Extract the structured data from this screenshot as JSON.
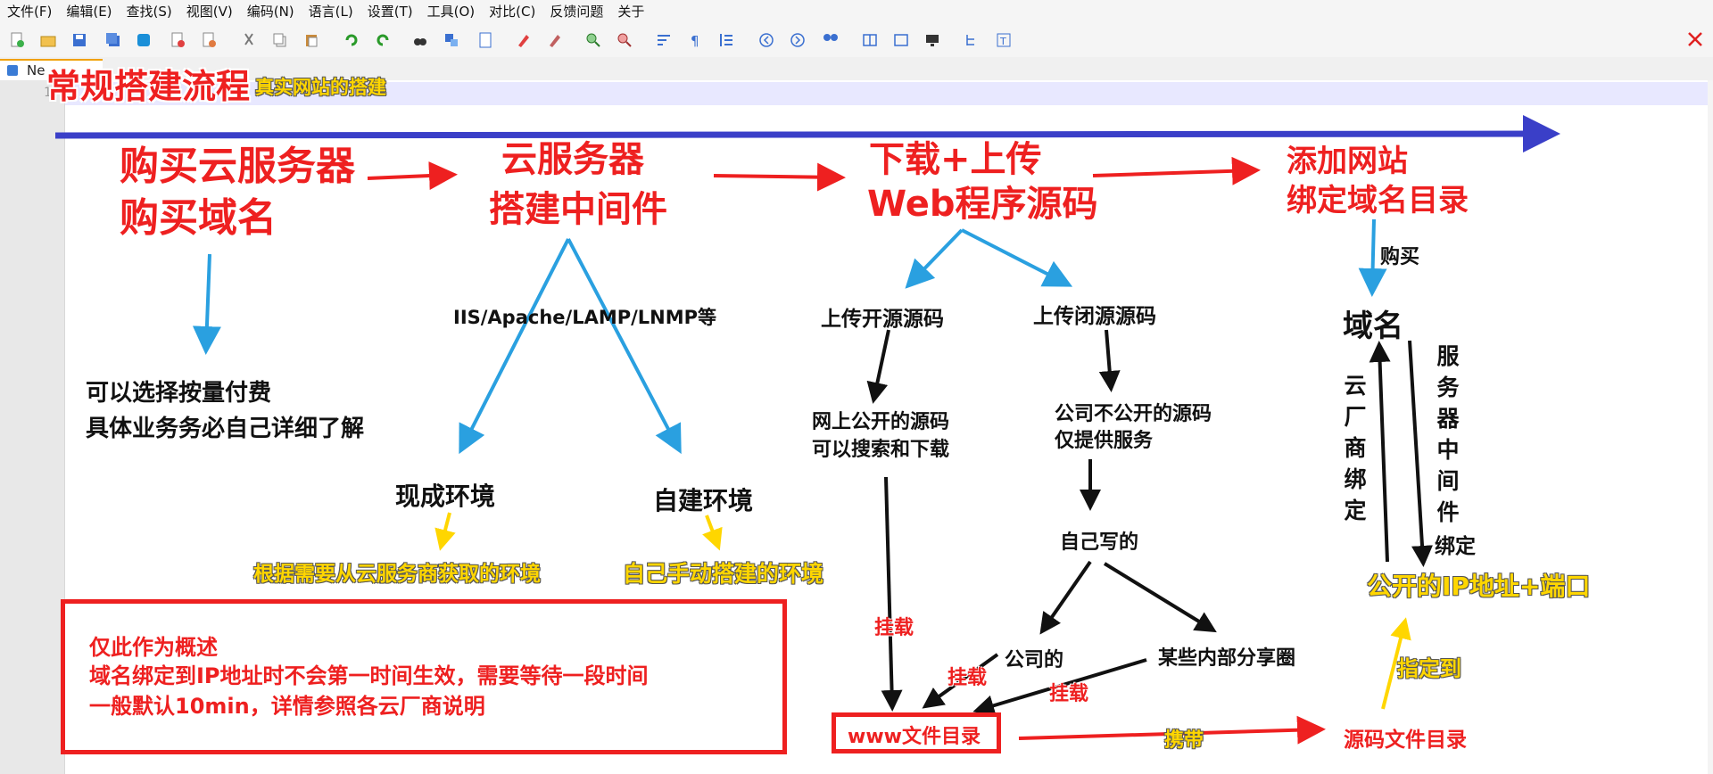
{
  "menu": [
    "文件(F)",
    "编辑(E)",
    "查找(S)",
    "视图(V)",
    "编码(N)",
    "语言(L)",
    "设置(T)",
    "工具(O)",
    "对比(C)",
    "反馈问题",
    "关于"
  ],
  "tab": {
    "label": "Ne"
  },
  "editor": {
    "line_number": "1"
  },
  "annotation": {
    "title": "常规搭建流程",
    "subtitle": "真实网站的搭建",
    "step1_line1": "购买云服务器",
    "step1_line2": "购买域名",
    "step1_note_line1": "可以选择按量付费",
    "step1_note_line2": "具体业务务必自己详细了解",
    "step2_line1": "云服务器",
    "step2_line2": "搭建中间件",
    "middleware": "IIS/Apache/LAMP/LNMP等",
    "env_ready": "现成环境",
    "env_self": "自建环境",
    "env_ready_note": "根据需要从云服务商获取的环境",
    "env_self_note": "自己手动搭建的环境",
    "step3_line1": "下载+上传",
    "step3_line2": "Web程序源码",
    "upload_open": "上传开源源码",
    "upload_closed": "上传闭源源码",
    "open_desc_line1": "网上公开的源码",
    "open_desc_line2": "可以搜索和下载",
    "closed_desc_line1": "公司不公开的源码",
    "closed_desc_line2": "仅提供服务",
    "self_written": "自己写的",
    "company": "公司的",
    "internal_share": "某些内部分享圈",
    "mount1": "挂载",
    "mount2": "挂载",
    "mount3": "挂载",
    "www_dir": "www文件目录",
    "carry": "携带",
    "source_dir": "源码文件目录",
    "step4_line1": "添加网站",
    "step4_line2": "绑定域名目录",
    "buy": "购买",
    "domain": "域名",
    "cloud_bind": "云厂商绑定",
    "server_bind_chars": "服务器中间件",
    "server_bind_tail": "绑定",
    "public_ip": "公开的IP地址+端口",
    "points_to": "指定到",
    "note_line1": "仅此作为概述",
    "note_line2": "域名绑定到IP地址时不会第一时间生效，需要等待一段时间",
    "note_line3": "一般默认10min，详情参照各云厂商说明"
  },
  "colors": {
    "red": "#ee2020",
    "blue": "#2aa0e0",
    "yellow": "#ffd600",
    "timeline": "#3a3fc8"
  }
}
